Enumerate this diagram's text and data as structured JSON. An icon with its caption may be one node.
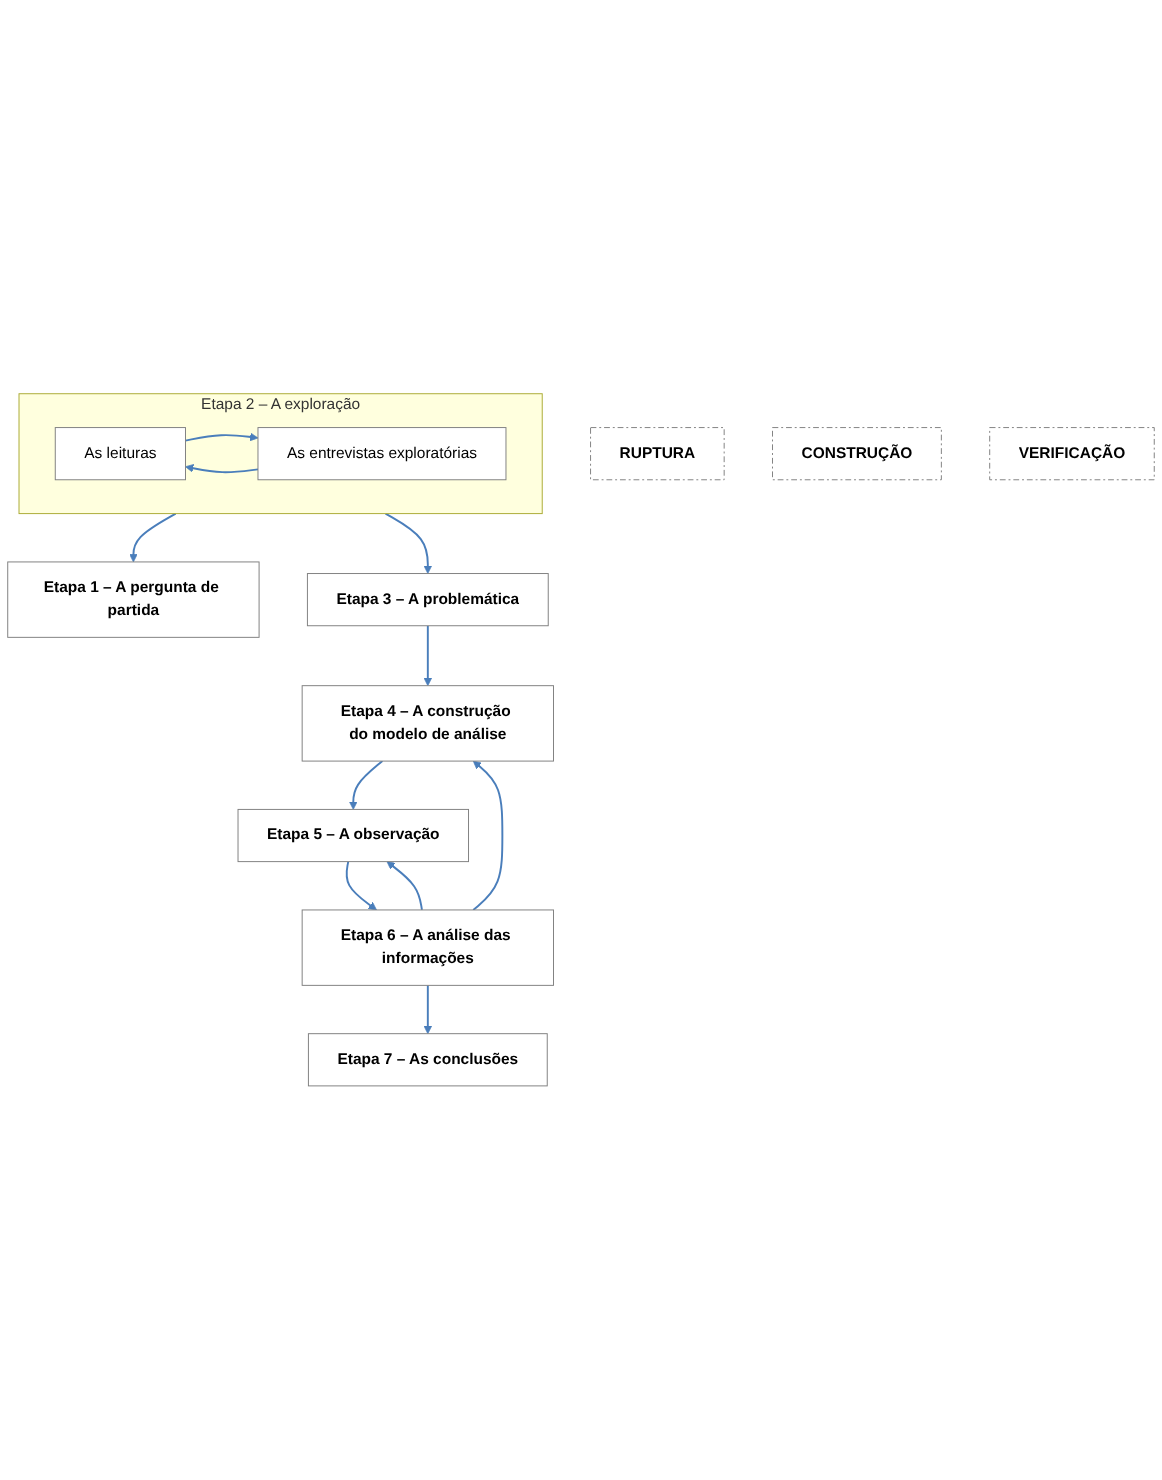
{
  "diagram": {
    "nodes": [
      {
        "text": [
          "RUPTURA"
        ]
      },
      {
        "text": [
          "CONSTRUÇÃO"
        ]
      },
      {
        "text": [
          "VERIFICAÇÃO"
        ]
      },
      {
        "text": [
          "Etapa 1 – A pergunta de partida"
        ]
      },
      {
        "text": [
          "Etapa 2 – A exploração"
        ]
      },
      {
        "text": [
          "As leituras"
        ],
        "in": 4
      },
      {
        "text": [
          "As entrevistas exploratórias"
        ],
        "in": 4
      },
      {
        "text": [
          "Etapa 3 – A problemática"
        ]
      },
      {
        "text": [
          "Etapa 4 – A construção do modelo de análise"
        ]
      },
      {
        "text": [
          "Etapa 5 – A observação"
        ]
      },
      {
        "text": [
          "Etapa 6 – A análise das informações"
        ]
      },
      {
        "text": [
          "Etapa 7 – As conclusões"
        ]
      }
    ],
    "edges": [
      {
        "from": 6,
        "to": 5,
        "arrow": "to"
      },
      {
        "from": 5,
        "to": 6,
        "arrow": "to"
      },
      {
        "from": 4,
        "to": 3,
        "arrow": "to"
      },
      {
        "from": 4,
        "to": 7,
        "arrow": "to"
      },
      {
        "from": 7,
        "to": 8,
        "arrow": "to"
      },
      {
        "from": 8,
        "to": 9,
        "arrow": "to"
      },
      {
        "from": 9,
        "to": 10,
        "arrow": "to"
      },
      {
        "from": 10,
        "to": 9,
        "arrow": "to"
      },
      {
        "from": 10,
        "to": 8,
        "arrow": "to"
      },
      {
        "from": 10,
        "to": 11,
        "arrow": "to"
      }
    ]
  }
}
